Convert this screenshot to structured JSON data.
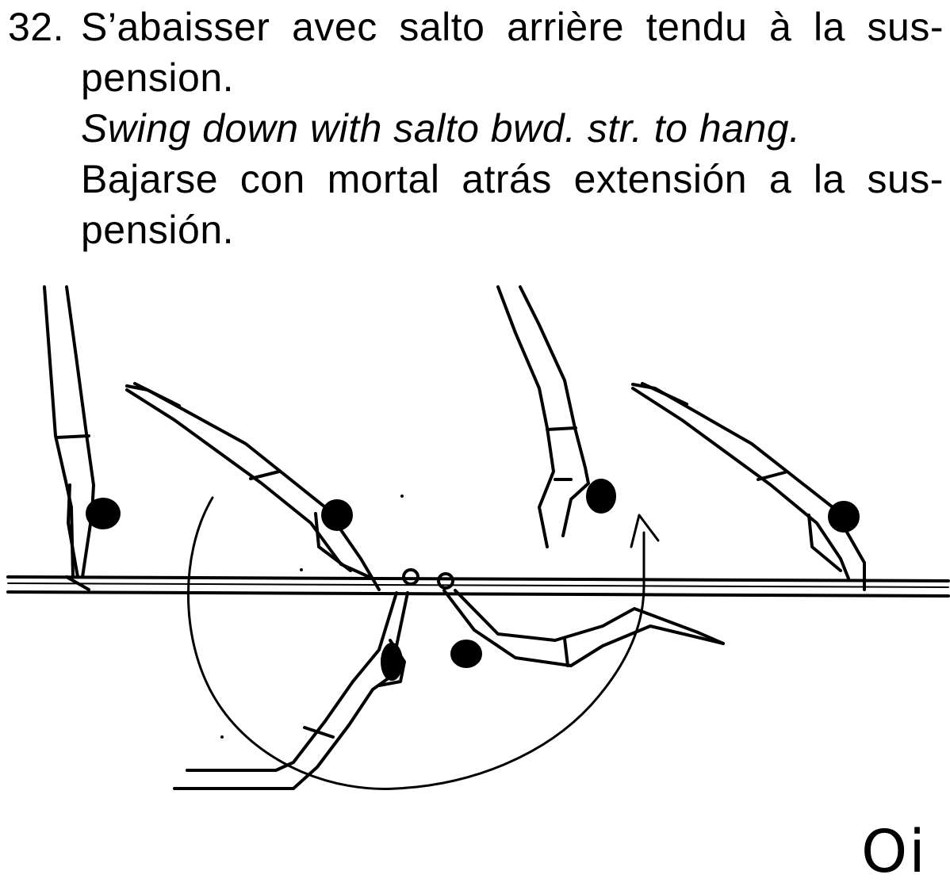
{
  "element": {
    "number": "32.",
    "french": {
      "line1_words": [
        "S’abaisser",
        "avec",
        "salto",
        "arrière",
        "tendu",
        "à",
        "la",
        "sus-"
      ],
      "line2": "pension."
    },
    "english": "Swing down with salto bwd. str. to hang.",
    "spanish": {
      "line1_words": [
        "Bajarse",
        "con",
        "mortal",
        "atrás",
        "extensión",
        "a",
        "la",
        "sus-"
      ],
      "line2": "pensión."
    }
  },
  "figure": {
    "code": "Oi",
    "stroke_color": "#000000",
    "background": "#ffffff"
  }
}
